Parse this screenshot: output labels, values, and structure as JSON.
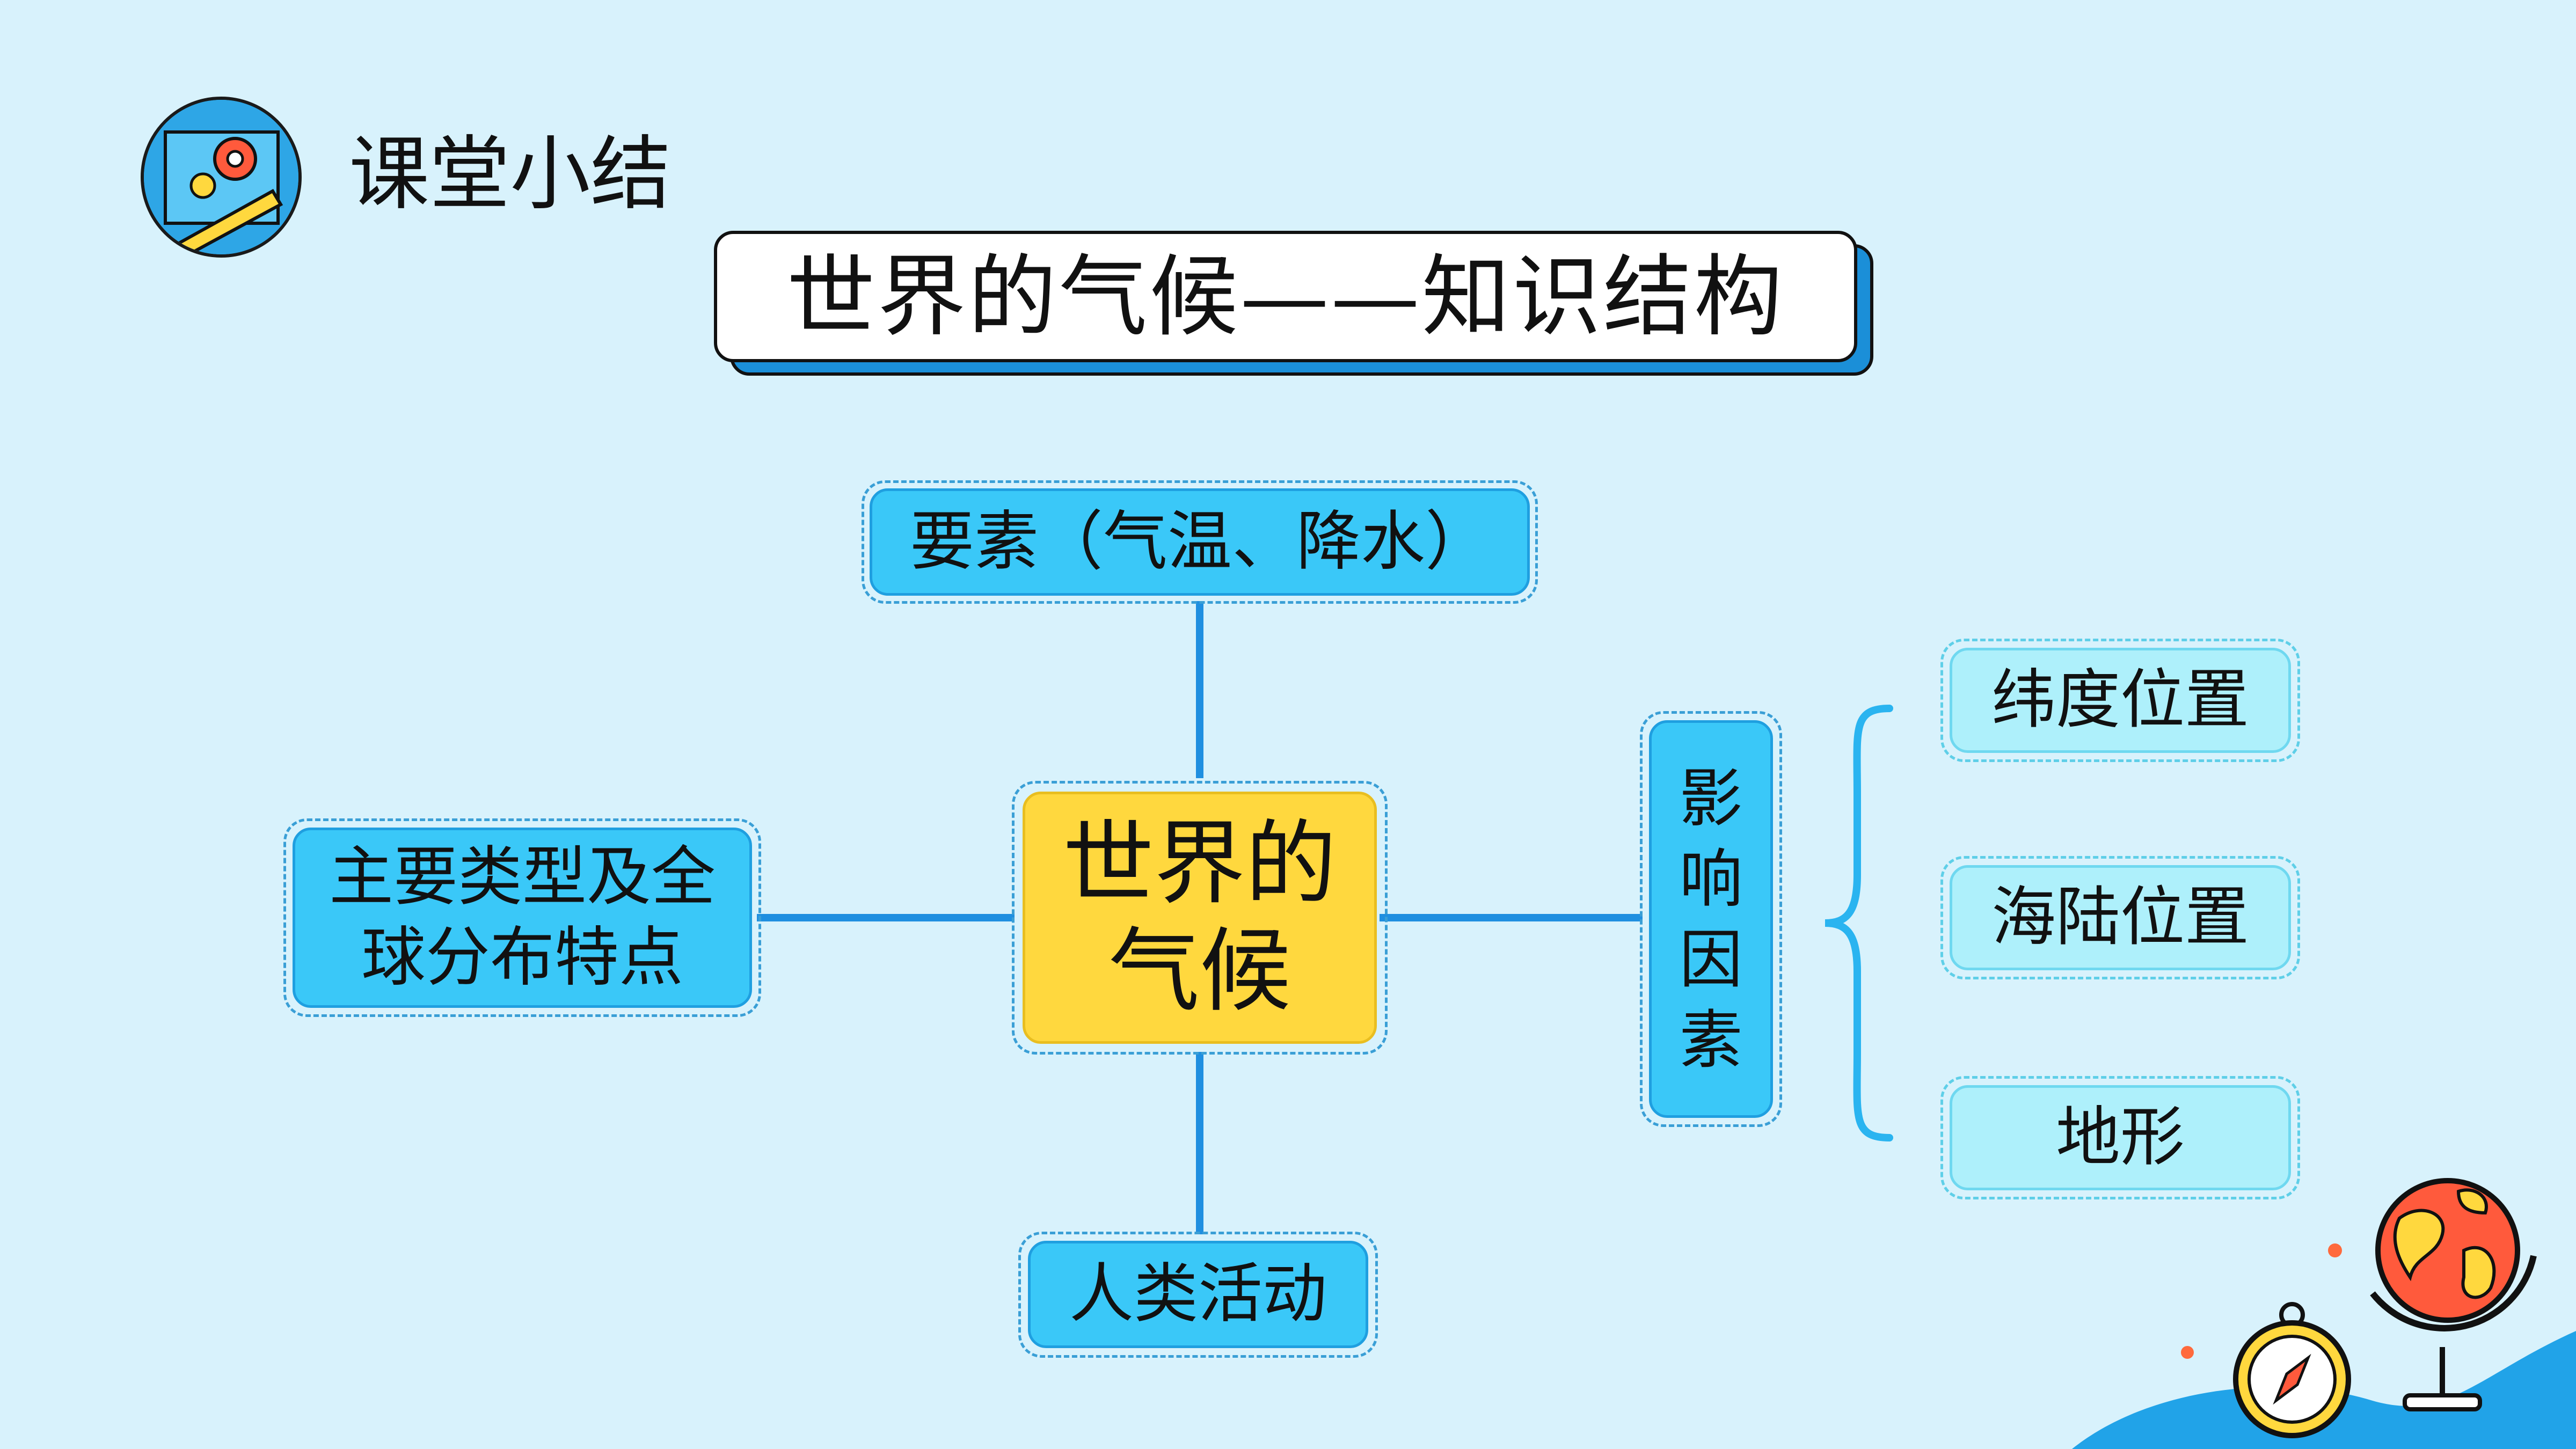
{
  "section": {
    "title": "课堂小结",
    "icon": "gear-pencil-icon"
  },
  "title": "世界的气候——知识结构",
  "center": {
    "label": "世界的\n气候"
  },
  "nodes": {
    "top": "要素（气温、降水）",
    "left": "主要类型及全球分布特点",
    "bottom": "人类活动",
    "right": "影响因素"
  },
  "factors": [
    "纬度位置",
    "海陆位置",
    "地形"
  ],
  "decorations": {
    "globe": "globe-icon",
    "compass": "compass-icon"
  },
  "colors": {
    "background": "#d8f2fc",
    "node_blue": "#3ac8f8",
    "node_light": "#aef0fb",
    "center": "#ffd83e",
    "line": "#1f8fe0"
  }
}
